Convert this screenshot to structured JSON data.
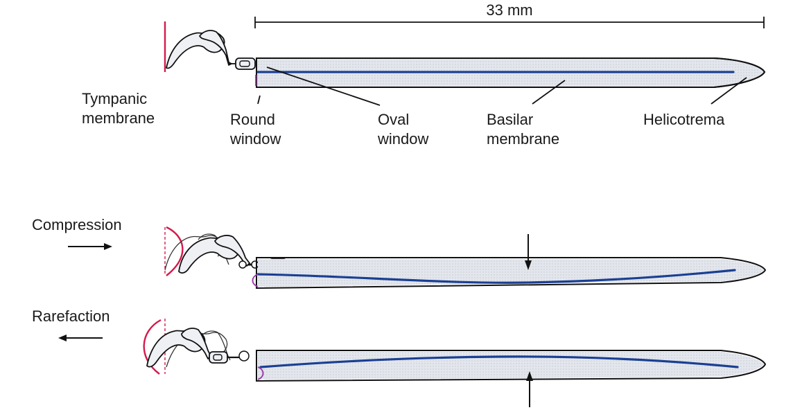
{
  "scale": {
    "label": "33 mm"
  },
  "labels": {
    "tympanic": [
      "Tympanic",
      "membrane"
    ],
    "round_window": [
      "Round",
      "window"
    ],
    "oval_window": [
      "Oval",
      "window"
    ],
    "basilar": [
      "Basilar",
      "membrane"
    ],
    "helicotrema": "Helicotrema"
  },
  "states": {
    "compression": "Compression",
    "rarefaction": "Rarefaction"
  },
  "colors": {
    "membrane": "#1a3f93",
    "tympanic": "#d41a4a",
    "round_window": "#9b3aa8",
    "duct_fill": "#e3e6ec",
    "outline": "#111111"
  }
}
